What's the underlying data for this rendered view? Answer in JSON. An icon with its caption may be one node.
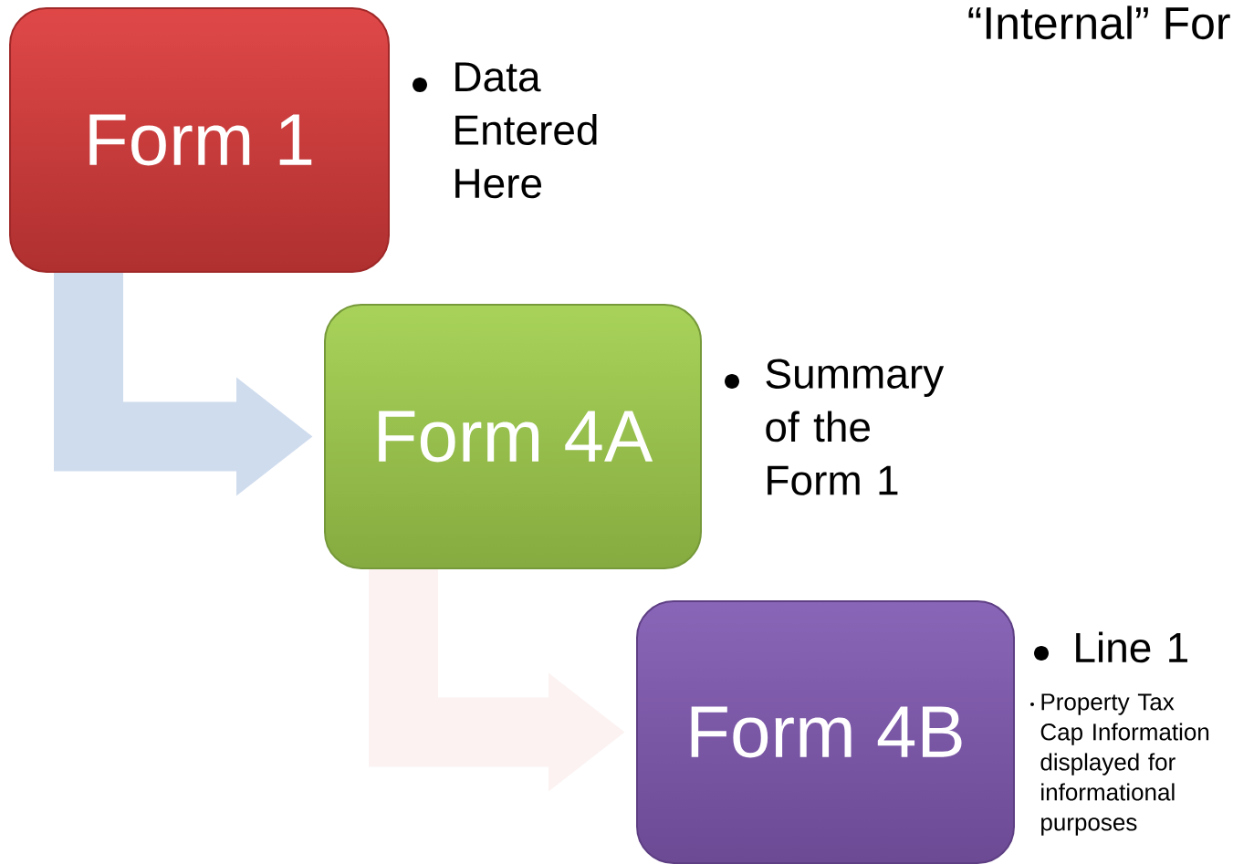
{
  "diagram": {
    "title": "“Internal” For",
    "nodes": [
      {
        "text": [
          "Form 1"
        ],
        "beside": [
          "Data Entered Here"
        ]
      },
      {
        "text": [
          "Form 4A"
        ],
        "beside": [
          "Summary of the Form 1"
        ]
      },
      {
        "text": [
          "Form 4B"
        ],
        "beside": [
          "Line 1",
          "Property Tax Cap Information displayed for informational purposes"
        ]
      }
    ],
    "edges": [
      {
        "from": 0,
        "to": 1,
        "arrow": "to",
        "color": "#cfdcee"
      },
      {
        "from": 1,
        "to": 2,
        "arrow": "to",
        "color": "#fcf2f2"
      }
    ]
  }
}
